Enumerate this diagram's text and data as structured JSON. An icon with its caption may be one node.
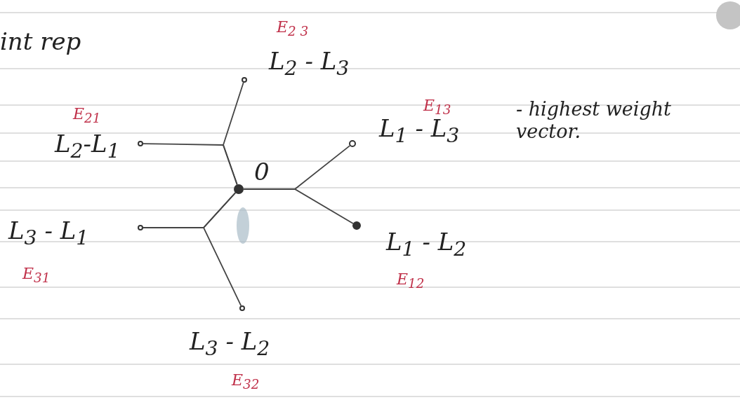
{
  "diagram": {
    "nodes": [
      {
        "text": [],
        "shape": "circle",
        "beside": [
          "0"
        ]
      },
      {
        "text": [],
        "shape": "circle",
        "beside": [
          "E$_{2 3}$",
          "L$_{2}$ - L$_{3}$"
        ]
      },
      {
        "text": [],
        "shape": "circle",
        "beside": [
          "E$_{21}$",
          "L$_{2}$-L$_{1}$"
        ]
      },
      {
        "text": [],
        "shape": "circle",
        "beside": [
          "E$_{13}$",
          "L$_{1}$ - L$_{3}$"
        ]
      },
      {
        "text": [],
        "shape": "circle",
        "beside": [
          "L$_{1}$ - L$_{2}$",
          "E$_{12}$"
        ]
      },
      {
        "text": [],
        "shape": "circle",
        "beside": [
          "L$_{3}$ - L$_{1}$",
          "E$_{31}$"
        ]
      },
      {
        "text": [],
        "shape": "circle",
        "beside": [
          "L$_{3}$ - L$_{2}$",
          "E$_{32}$"
        ]
      }
    ],
    "edges": [
      {
        "from": 0,
        "to": 1,
        "arrow": "none"
      },
      {
        "from": 0,
        "to": 2,
        "arrow": "none"
      },
      {
        "from": 0,
        "to": 3,
        "arrow": "none"
      },
      {
        "from": 0,
        "to": 4,
        "arrow": "none"
      },
      {
        "from": 0,
        "to": 5,
        "arrow": "none"
      },
      {
        "from": 0,
        "to": 6,
        "arrow": "none"
      }
    ],
    "labels": [
      "int rep",
      "- highest weight vector."
    ]
  }
}
